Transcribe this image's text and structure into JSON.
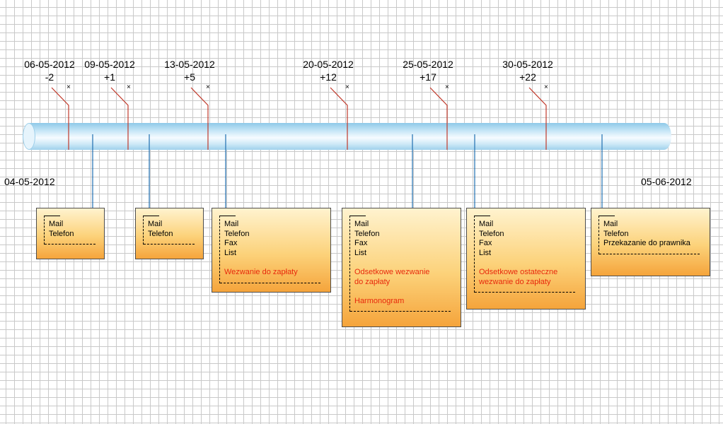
{
  "timeline": {
    "start_date": "04-05-2012",
    "end_date": "05-06-2012",
    "milestones": [
      {
        "date": "06-05-2012",
        "offset": "-2"
      },
      {
        "date": "09-05-2012",
        "offset": "+1"
      },
      {
        "date": "13-05-2012",
        "offset": "+5"
      },
      {
        "date": "20-05-2012",
        "offset": "+12"
      },
      {
        "date": "25-05-2012",
        "offset": "+17"
      },
      {
        "date": "30-05-2012",
        "offset": "+22"
      }
    ],
    "marker_symbol": "×"
  },
  "notes": [
    {
      "items": [
        "Mail",
        "Telefon"
      ]
    },
    {
      "items": [
        "Mail",
        "Telefon"
      ]
    },
    {
      "items": [
        "Mail",
        "Telefon",
        "Fax",
        "List"
      ],
      "highlights": [
        "Wezwanie do zapłaty"
      ]
    },
    {
      "items": [
        "Mail",
        "Telefon",
        "Fax",
        "List"
      ],
      "highlights": [
        "Odsetkowe wezwanie",
        " do zapłaty",
        "",
        "Harmonogram"
      ]
    },
    {
      "items": [
        "Mail",
        "Telefon",
        "Fax",
        "List"
      ],
      "highlights": [
        "Odsetkowe ostateczne",
        "wezwanie do zapłaty"
      ]
    },
    {
      "items": [
        "Mail",
        "Telefon",
        "Przekazanie do prawnika"
      ]
    }
  ],
  "colors": {
    "milestone_line": "#c0392b",
    "note_connector": "#1f6fb0",
    "highlight_text": "#e8280c"
  }
}
